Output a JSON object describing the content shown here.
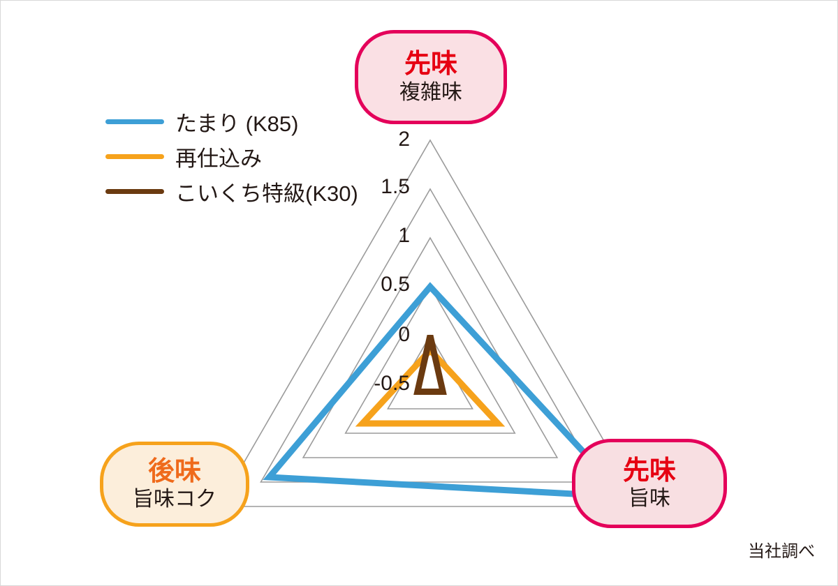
{
  "legend": {
    "items": [
      {
        "label": "たまり (K85)",
        "color": "#3d9fd6"
      },
      {
        "label": "再仕込み",
        "color": "#f6a21c"
      },
      {
        "label": "こいくち特級(K30)",
        "color": "#6b3a10"
      }
    ]
  },
  "axis_labels": [
    {
      "position": "top",
      "main": "先味",
      "sub": "複雑味",
      "main_color": "#e60012",
      "border_color": "#e4005a",
      "fill_color": "#fae0e4"
    },
    {
      "position": "bottom-right",
      "main": "先味",
      "sub": "旨味",
      "main_color": "#e60012",
      "border_color": "#e4005a",
      "fill_color": "#f8dfe2"
    },
    {
      "position": "bottom-left",
      "main": "後味",
      "sub": "旨味コク",
      "main_color": "#ef6a1b",
      "border_color": "#f6a21c",
      "fill_color": "#fceedb"
    }
  ],
  "tick_labels": [
    "2",
    "1.5",
    "1",
    "0.5",
    "0",
    "-0.5"
  ],
  "source_note": "当社調べ",
  "colors": {
    "grid": "#9b9b9b",
    "text": "#231815",
    "background": "#ffffff"
  },
  "chart_data": {
    "type": "radar",
    "title": "",
    "categories": [
      "先味 複雑味",
      "先味 旨味",
      "後味 旨味コク"
    ],
    "rlim": [
      -0.5,
      2.0
    ],
    "rticks": [
      -0.5,
      0,
      0.5,
      1,
      1.5,
      2
    ],
    "grid": true,
    "legend_position": "top-left",
    "series": [
      {
        "name": "たまり (K85)",
        "color": "#3d9fd6",
        "values": [
          0.5,
          1.8,
          1.4
        ]
      },
      {
        "name": "再仕込み",
        "color": "#f6a21c",
        "values": [
          -0.15,
          0.3,
          0.3
        ]
      },
      {
        "name": "こいくち特級(K30)",
        "color": "#6b3a10",
        "values": [
          0.0,
          -0.35,
          -0.35
        ]
      }
    ],
    "annotations": [
      "当社調べ"
    ]
  }
}
